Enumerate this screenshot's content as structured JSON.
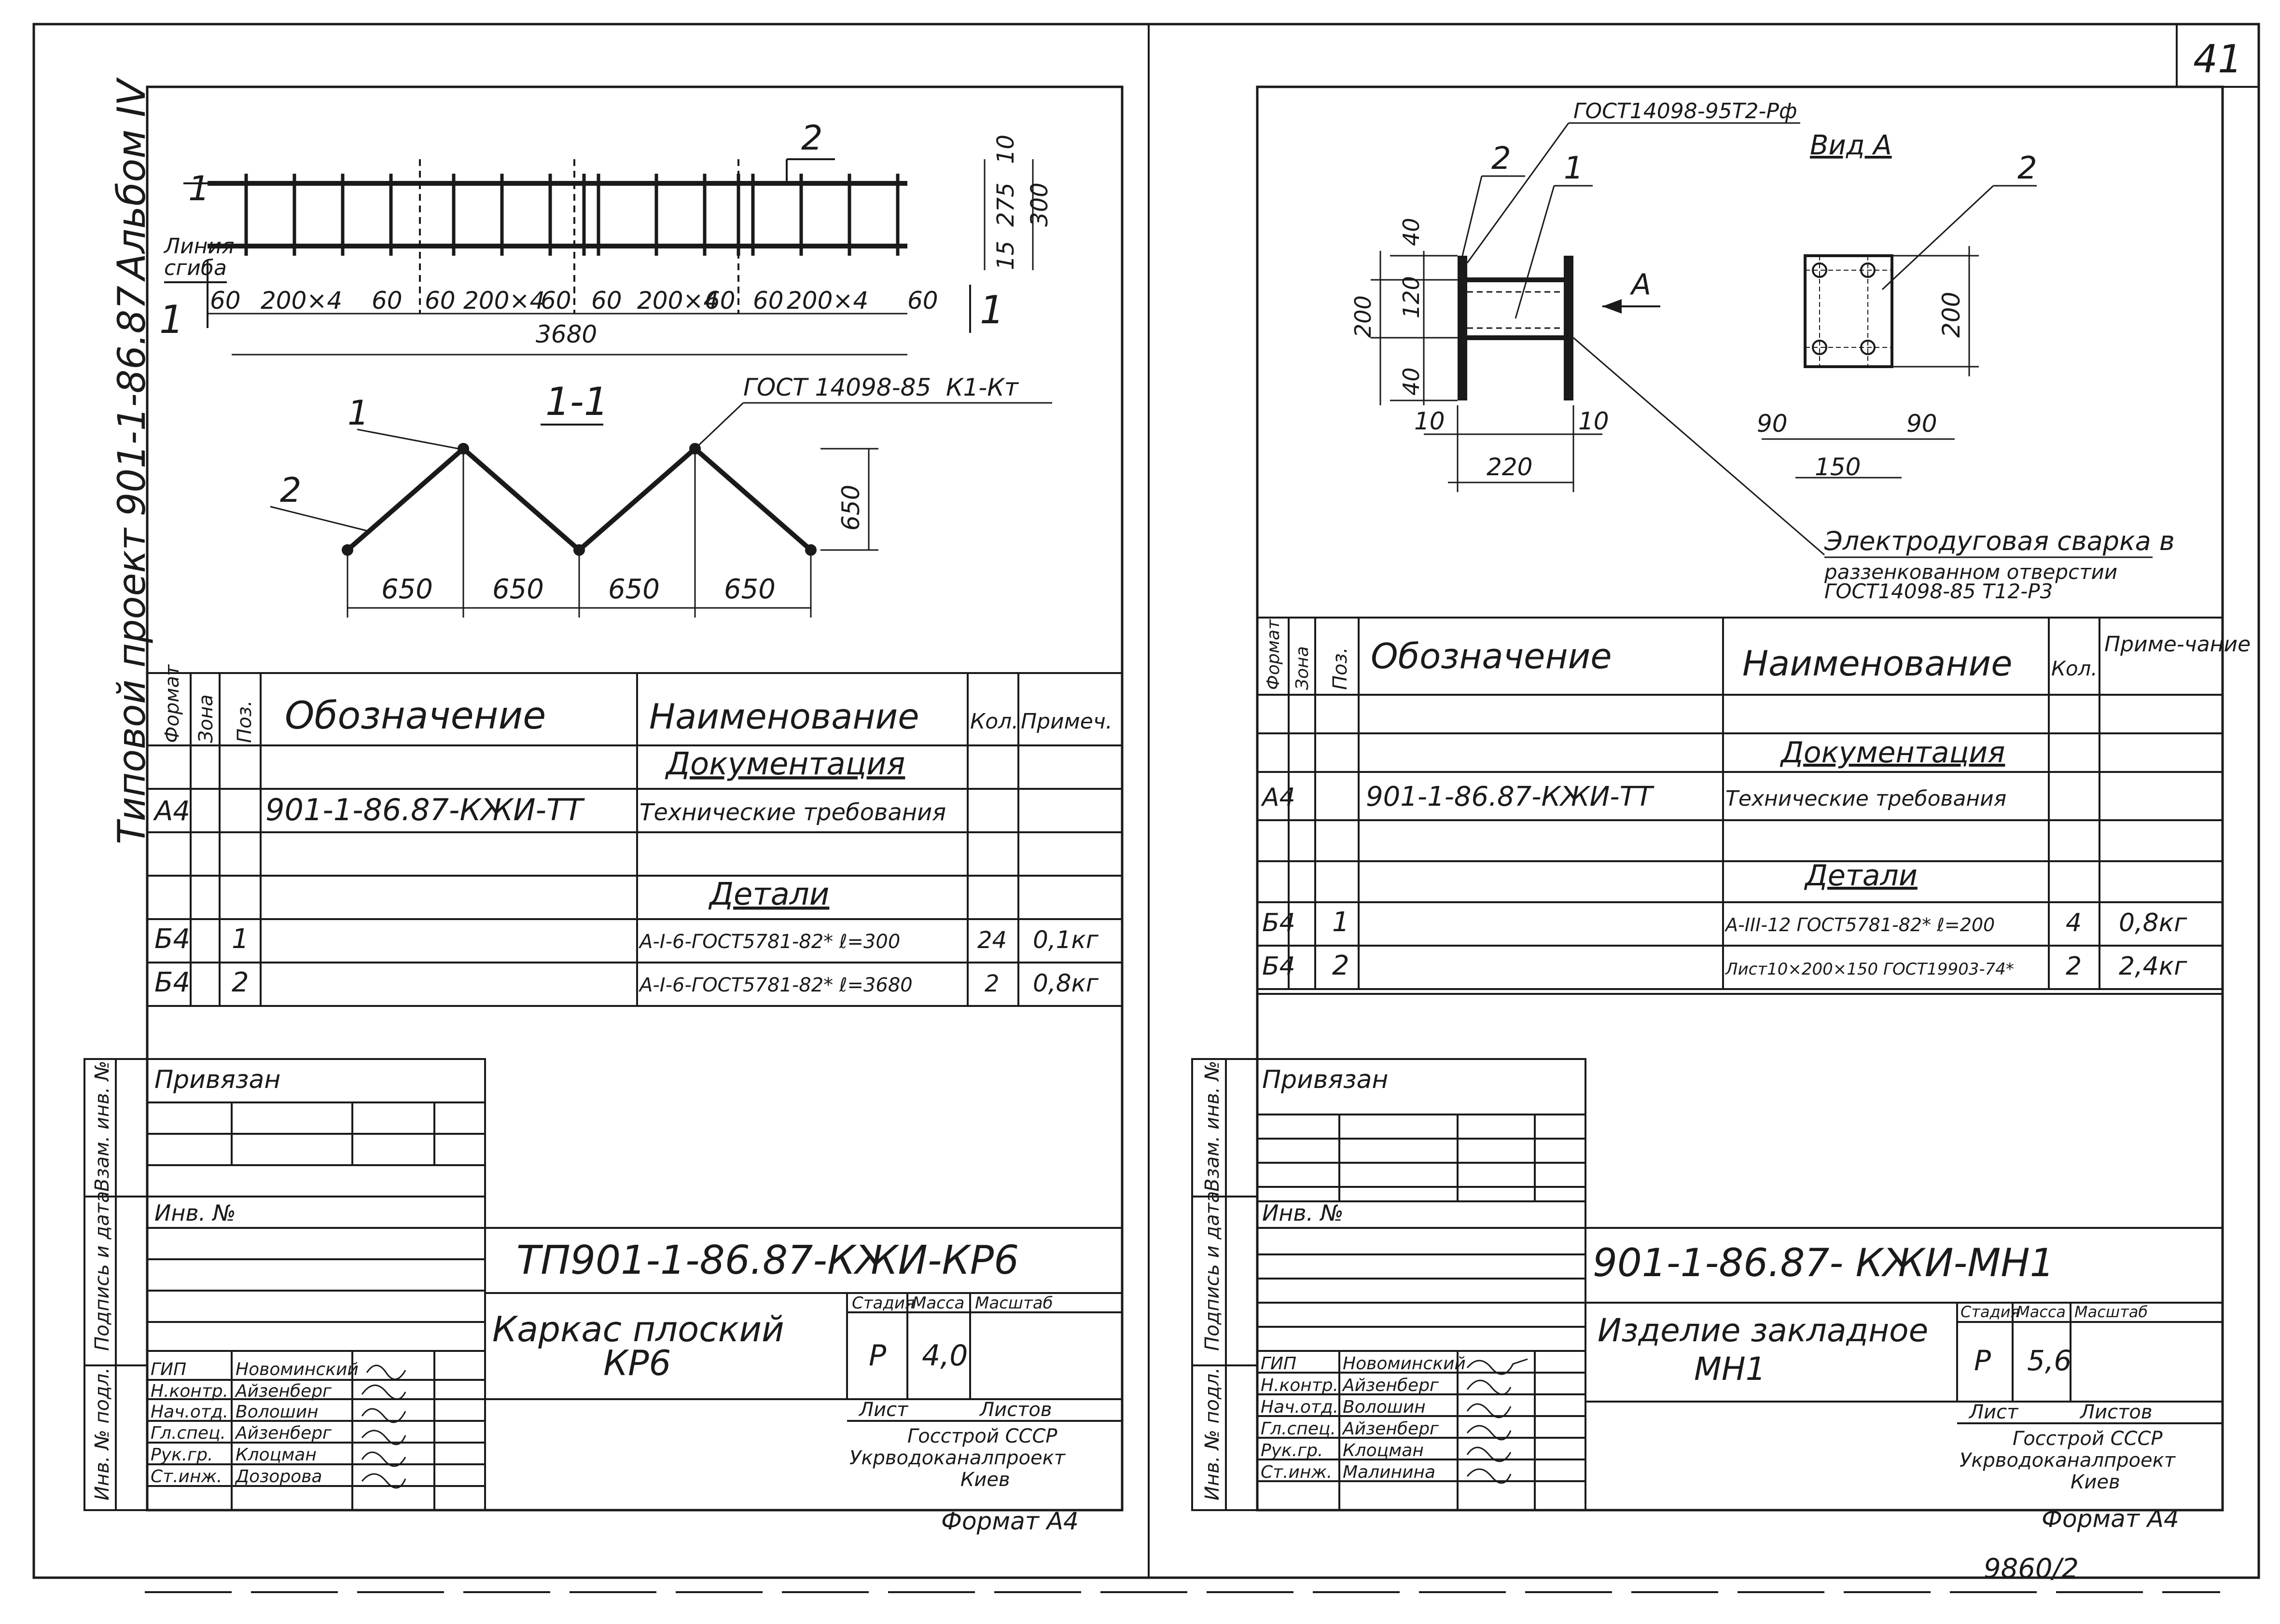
{
  "page_number": "41",
  "footer_code": "9860/2",
  "left_sheet": {
    "vertical_labels": {
      "album": "Альбом IV",
      "project": "Типовой проект 901-1-86.87"
    },
    "plan": {
      "pos1": "1",
      "pos2": "2",
      "weld_line": "Линия",
      "weld_line2": "сгиба",
      "section_mark": "1",
      "dims_row": [
        "60",
        "200×4",
        "60",
        "60",
        "200×4",
        "60",
        "60",
        "200×4",
        "60",
        "60",
        "200×4",
        "60"
      ],
      "total": "3680",
      "v_dims": [
        "10",
        "275",
        "15",
        "300"
      ]
    },
    "section": {
      "title": "1-1",
      "pos1": "1",
      "pos2": "2",
      "weld_note": "ГОСТ 14098-85",
      "weld_type": "К1-Кт",
      "height": "650",
      "widths": [
        "650",
        "650",
        "650",
        "650"
      ]
    },
    "spec": {
      "headers": {
        "format": "Формат",
        "zone": "Зона",
        "pos": "Поз.",
        "designation": "Обозначение",
        "name": "Наименование",
        "qty": "Кол.",
        "note": "Примеч."
      },
      "rows": [
        {
          "format": "",
          "pos": "",
          "designation": "",
          "name": "Документация",
          "qty": "",
          "note": ""
        },
        {
          "format": "А4",
          "pos": "",
          "designation": "901-1-86.87-КЖИ-ТТ",
          "name": "Технические требования",
          "qty": "",
          "note": ""
        },
        {
          "format": "",
          "pos": "",
          "designation": "",
          "name": "",
          "qty": "",
          "note": ""
        },
        {
          "format": "",
          "pos": "",
          "designation": "",
          "name": "Детали",
          "qty": "",
          "note": ""
        },
        {
          "format": "Б4",
          "pos": "1",
          "designation": "",
          "name": "А-I-6-ГОСТ5781-82* ℓ=300",
          "qty": "24",
          "note": "0,1кг"
        },
        {
          "format": "Б4",
          "pos": "2",
          "designation": "",
          "name": "А-I-6-ГОСТ5781-82* ℓ=3680",
          "qty": "2",
          "note": "0,8кг"
        }
      ]
    },
    "stamp": {
      "bound_label": "Привязан",
      "inv_label": "Инв. №",
      "side_labels": [
        "Взам. инв. №",
        "Подпись и дата",
        "Инв. № подл."
      ],
      "code": "ТП901-1-86.87-КЖИ-КР6",
      "title_line1": "Каркас плоский",
      "title_line2": "КР6",
      "stage_h": "Стадия",
      "mass_h": "Масса",
      "scale_h": "Масштаб",
      "stage": "Р",
      "mass": "4,0",
      "sheet_h": "Лист",
      "sheets_h": "Листов",
      "org1": "Госстрой СССР",
      "org2": "Укрводоканалпроект",
      "org3": "Киев",
      "people": [
        {
          "role": "ГИП",
          "name": "Новоминский"
        },
        {
          "role": "Н.контр.",
          "name": "Айзенберг"
        },
        {
          "role": "Нач.отд.",
          "name": "Волошин"
        },
        {
          "role": "Гл.спец.",
          "name": "Айзенберг"
        },
        {
          "role": "Рук.гр.",
          "name": "Клоцман"
        },
        {
          "role": "Ст.инж.",
          "name": "Дозорова"
        }
      ],
      "format": "Формат А4"
    }
  },
  "right_sheet": {
    "drawing": {
      "weld_top": "ГОСТ14098-95Т2-Рф",
      "view_title": "Вид А",
      "pos2a": "2",
      "pos1": "1",
      "pos2b": "2",
      "arrow_label": "А",
      "dims_left": [
        "40",
        "120",
        "40",
        "200"
      ],
      "dims_bottom": [
        "10",
        "10",
        "220"
      ],
      "view_dims": [
        "90",
        "90",
        "150",
        "200"
      ],
      "weld_note1": "Электродуговая сварка в",
      "weld_note2": "раззенкованном отверстии",
      "weld_note3": "ГОСТ14098-85   Т12-Р3"
    },
    "spec": {
      "headers": {
        "format": "Формат",
        "zone": "Зона",
        "pos": "Поз.",
        "designation": "Обозначение",
        "name": "Наименование",
        "qty": "Кол.",
        "note": "Приме-чание"
      },
      "rows": [
        {
          "format": "",
          "pos": "",
          "designation": "",
          "name": "",
          "qty": "",
          "note": ""
        },
        {
          "format": "",
          "pos": "",
          "designation": "",
          "name": "Документация",
          "qty": "",
          "note": ""
        },
        {
          "format": "А4",
          "pos": "",
          "designation": "901-1-86.87-КЖИ-ТТ",
          "name": "Технические требования",
          "qty": "",
          "note": ""
        },
        {
          "format": "",
          "pos": "",
          "designation": "",
          "name": "",
          "qty": "",
          "note": ""
        },
        {
          "format": "",
          "pos": "",
          "designation": "",
          "name": "Детали",
          "qty": "",
          "note": ""
        },
        {
          "format": "Б4",
          "pos": "1",
          "designation": "",
          "name": "А-III-12 ГОСТ5781-82* ℓ=200",
          "qty": "4",
          "note": "0,8кг"
        },
        {
          "format": "Б4",
          "pos": "2",
          "designation": "",
          "name": "Лист10×200×150 ГОСТ19903-74*",
          "qty": "2",
          "note": "2,4кг"
        }
      ]
    },
    "stamp": {
      "bound_label": "Привязан",
      "inv_label": "Инв. №",
      "side_labels": [
        "Взам. инв. №",
        "Подпись и дата",
        "Инв. № подл."
      ],
      "code": "901-1-86.87- КЖИ-МН1",
      "title_line1": "Изделие закладное",
      "title_line2": "МН1",
      "stage_h": "Стадия",
      "mass_h": "Масса",
      "scale_h": "Масштаб",
      "stage": "Р",
      "mass": "5,6",
      "sheet_h": "Лист",
      "sheets_h": "Листов",
      "org1": "Госстрой СССР",
      "org2": "Укрводоканалпроект",
      "org3": "Киев",
      "people": [
        {
          "role": "ГИП",
          "name": "Новоминский"
        },
        {
          "role": "Н.контр.",
          "name": "Айзенберг"
        },
        {
          "role": "Нач.отд.",
          "name": "Волошин"
        },
        {
          "role": "Гл.спец.",
          "name": "Айзенберг"
        },
        {
          "role": "Рук.гр.",
          "name": "Клоцман"
        },
        {
          "role": "Ст.инж.",
          "name": "Малинина"
        }
      ],
      "format": "Формат А4"
    }
  }
}
